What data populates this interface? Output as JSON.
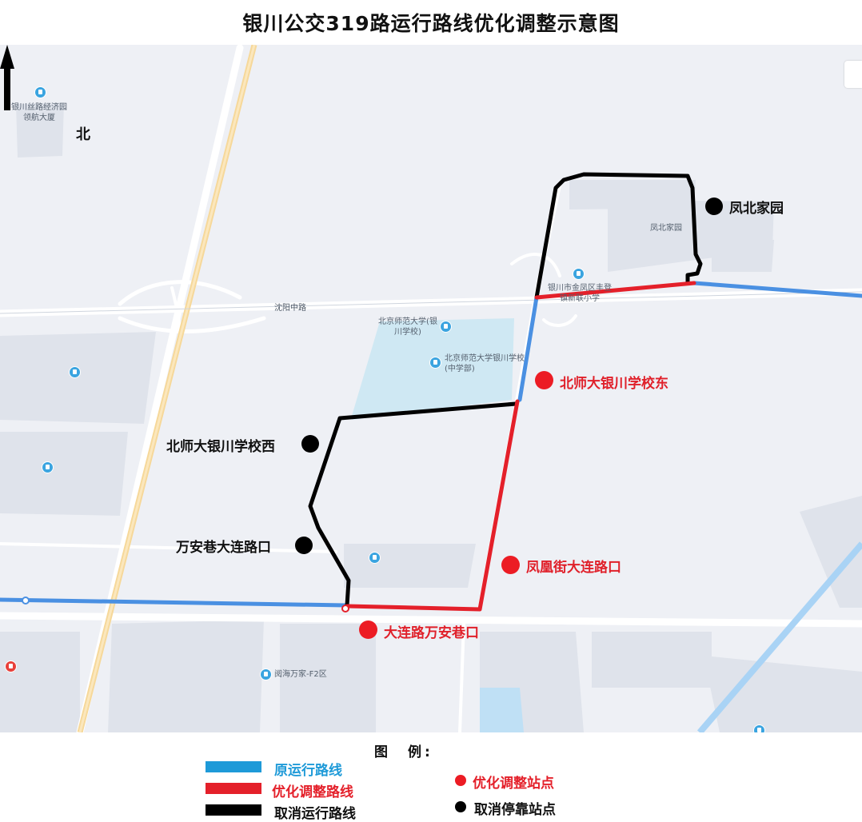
{
  "title": "银川公交319路运行路线优化调整示意图",
  "north_label": "北",
  "road_name": "沈阳中路",
  "stops_adjusted": [
    {
      "label": "北师大银川学校东"
    },
    {
      "label": "凤凰街大连路口"
    },
    {
      "label": "大连路万安巷口"
    }
  ],
  "stops_cancelled": [
    {
      "label": "凤北家园"
    },
    {
      "label": "北师大银川学校西"
    },
    {
      "label": "万安巷大连路口"
    }
  ],
  "pois": {
    "silk_road": "银川丝路经济园领航大厦",
    "fengbei_map": "凤北家园",
    "yinchuan_school": "银川市金凤区丰登镇新联小学",
    "bnu_univ": "北京师范大学(银川学校)",
    "bnu_middle": "北京师范大学银川学校(中学部)",
    "yuehai": "阅海万家-F2区"
  },
  "legend": {
    "title": "图　例:",
    "original_route": "原运行路线",
    "optimized_route": "优化调整路线",
    "cancelled_route": "取消运行路线",
    "optimized_stop": "优化调整站点",
    "cancelled_stop": "取消停靠站点"
  },
  "colors": {
    "original_route": "#4a90e2",
    "optimized_route": "#e4202a",
    "cancelled_route": "#000000",
    "original_legend": "#1e9ad8"
  }
}
